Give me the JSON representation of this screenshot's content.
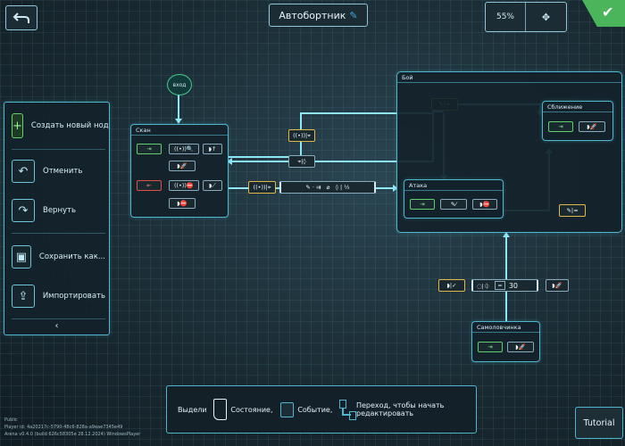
{
  "header": {
    "title": "Автобортник",
    "zoom": "55%"
  },
  "menu": {
    "items": [
      {
        "label": "Создать новый нод"
      },
      {
        "label": "Отменить"
      },
      {
        "label": "Вернуть"
      },
      {
        "label": "Сохранить как..."
      },
      {
        "label": "Импортировать"
      }
    ],
    "collapse_glyph": "‹"
  },
  "graph": {
    "start_label": "вход",
    "nodes": {
      "scan": {
        "title": "Скан"
      },
      "battle": {
        "title": "Бой"
      },
      "approach": {
        "title": "Сближение"
      },
      "attack": {
        "title": "Атака"
      },
      "homing": {
        "title": "Самоловчинка"
      }
    },
    "counter_value": "30",
    "equals": "="
  },
  "legend": {
    "select": "Выдели",
    "state": "Состояние,",
    "event": "Событие,",
    "transition": "Переход, чтобы начать редактировать"
  },
  "tutorial_label": "Tutorial",
  "footer": {
    "line1": "Public",
    "line2": "Player id: 4a20217c-5790-48c6-828a-a9eae7345e49",
    "line3": "Arena v0.4.0 (build 626c58305e 28.12.2024) WindowsPlayer"
  },
  "colors": {
    "accent": "#4fb6cf",
    "confirm": "#5bd063",
    "condition": "#e0b84a",
    "danger": "#e0504a"
  }
}
